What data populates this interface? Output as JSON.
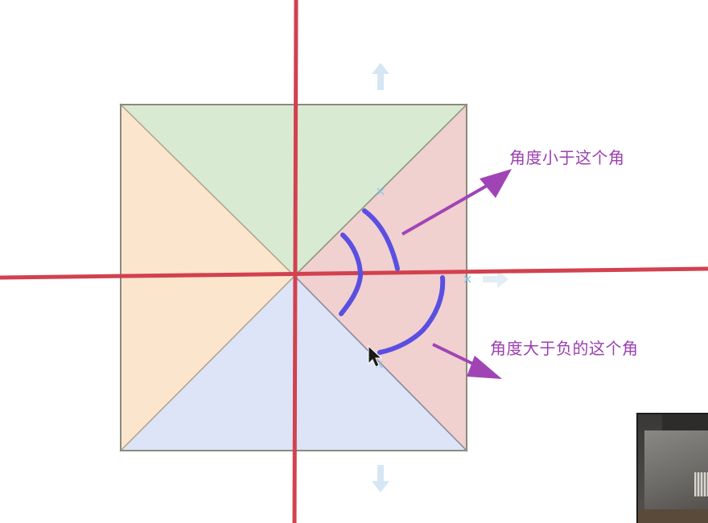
{
  "annotations": {
    "smaller_angle": "角度小于这个角",
    "greater_than_negative_angle": "角度大于负的这个角"
  },
  "colors": {
    "axis_red": "#d2414f",
    "region_top_green": "#d9ead3",
    "region_right_pink": "#f1d0d0",
    "region_bottom_blue": "#dde4f7",
    "region_left_orange": "#fbe6cd",
    "square_border": "#8a8a7a",
    "pen_blue": "#5a4fe0",
    "arrow_purple": "#a044b5",
    "faint_arrow": "#d5e7f3"
  },
  "icons": {
    "resize_handles": "faint-up-down-arrow-icon",
    "cursor": "mouse-pointer-icon",
    "video": "webcam-thumbnail"
  }
}
